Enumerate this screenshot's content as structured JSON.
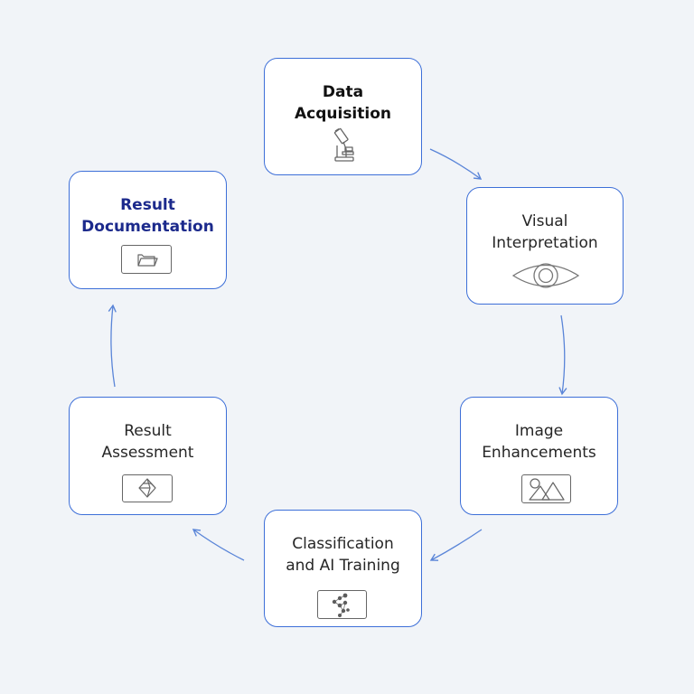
{
  "steps": [
    {
      "lines": [
        "Data",
        "Acquisition"
      ],
      "icon": "microscope-icon"
    },
    {
      "lines": [
        "Visual",
        "Interpretation"
      ],
      "icon": "eye-icon"
    },
    {
      "lines": [
        "Image",
        "Enhancements"
      ],
      "icon": "image-mountains-icon"
    },
    {
      "lines": [
        "Classification",
        "and AI Training"
      ],
      "icon": "neural-network-icon"
    },
    {
      "lines": [
        "Result",
        "Assessment"
      ],
      "icon": "cube-icon"
    },
    {
      "lines": [
        "Result",
        "Documentation"
      ],
      "icon": "folder-icon"
    }
  ],
  "colors": {
    "border": "#3d6fd8",
    "arrow": "#5a85d8",
    "background": "#f1f4f8",
    "accent_text": "#1c2a8c"
  }
}
